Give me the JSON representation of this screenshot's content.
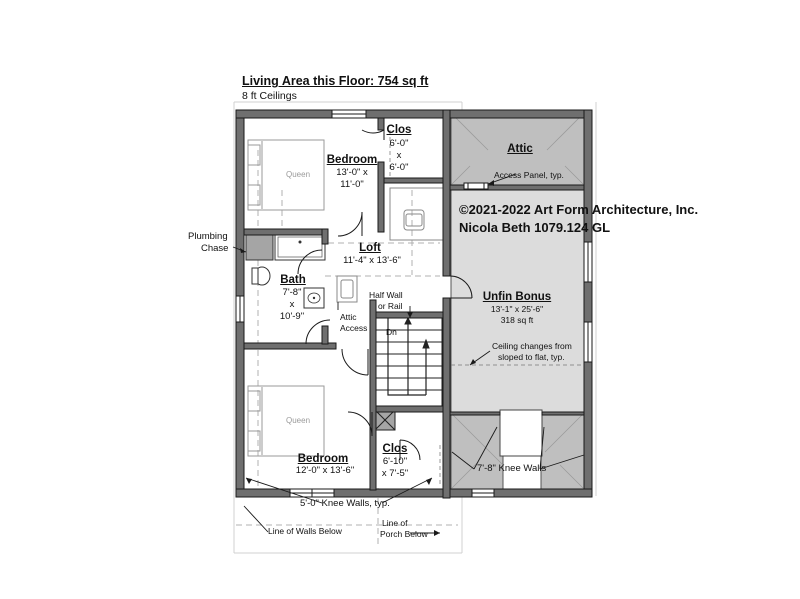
{
  "header": {
    "title": "Living Area this Floor: 754 sq ft",
    "ceilings": "8 ft Ceilings"
  },
  "copyright": {
    "line1": "©2021-2022 Art Form Architecture, Inc.",
    "line2": "Nicola Beth 1079.124 GL"
  },
  "rooms": {
    "bedroom_top": {
      "name": "Bedroom",
      "dim1": "13'-0\" x",
      "dim2": "11'-0\""
    },
    "closet_top": {
      "name": "Clos",
      "dim1": "6'-0\"",
      "dim2": "x",
      "dim3": "6'-0\""
    },
    "attic": {
      "name": "Attic"
    },
    "loft": {
      "name": "Loft",
      "dim": "11'-4\" x 13'-6\""
    },
    "bath": {
      "name": "Bath",
      "dim1": "7'-8\"",
      "dim2": "x",
      "dim3": "10'-9\""
    },
    "unfin_bonus": {
      "name": "Unfin Bonus",
      "dim": "13'-1\" x 25'-6\"",
      "area": "318 sq ft"
    },
    "bedroom_bottom": {
      "name": "Bedroom",
      "dim": "12'-0\" x 13'-6\""
    },
    "closet_bottom": {
      "name": "Clos",
      "dim1": "6'-10\"",
      "dim2": "x 7'-5\""
    }
  },
  "notes": {
    "plumbing_chase_1": "Plumbing",
    "plumbing_chase_2": "Chase",
    "access_panel": "Access Panel, typ.",
    "half_wall_1": "Half Wall",
    "half_wall_2": "or Rail",
    "attic_access_1": "Attic",
    "attic_access_2": "Access",
    "stair_dn": "Dn",
    "ceiling_change_1": "Ceiling changes from",
    "ceiling_change_2": "sloped to flat, typ.",
    "knee_walls_7": "7'-8\" Knee Walls",
    "knee_walls_5": "5'-0\" Knee Walls, typ.",
    "walls_below": "Line of Walls Below",
    "porch_below_1": "Line of",
    "porch_below_2": "Porch Below"
  },
  "furniture": {
    "bed_label": "Queen"
  },
  "colors": {
    "wall": "#6f6f6f",
    "wall_outline": "#1a1a1a",
    "attic_fill": "#bfbfbf",
    "bonus_fill": "#dcdcdc",
    "dashed": "#b0b0b0"
  }
}
